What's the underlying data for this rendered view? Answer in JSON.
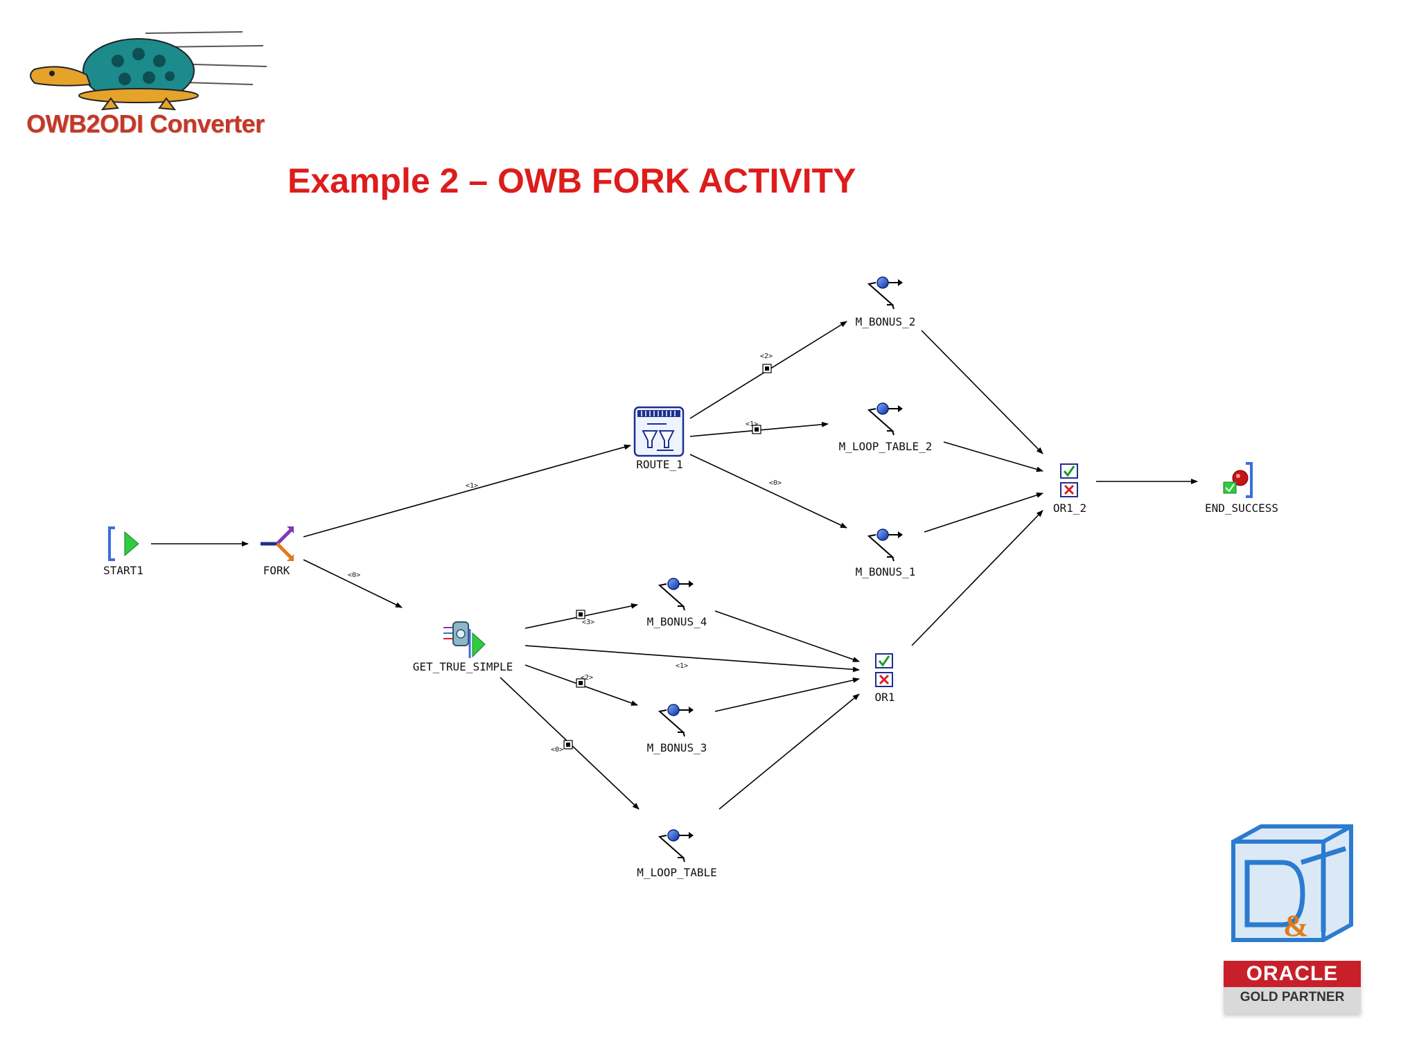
{
  "logo": {
    "text": "OWB2ODI Converter",
    "icon": "turtle-icon"
  },
  "title": "Example 2 – OWB FORK ACTIVITY",
  "nodes": {
    "start1": {
      "label": "START1",
      "icon": "start-icon"
    },
    "fork": {
      "label": "FORK",
      "icon": "fork-icon"
    },
    "route_1": {
      "label": "ROUTE_1",
      "icon": "route-icon"
    },
    "m_bonus_2": {
      "label": "M_BONUS_2",
      "icon": "mapping-icon"
    },
    "m_loop_table_2": {
      "label": "M_LOOP_TABLE_2",
      "icon": "mapping-icon"
    },
    "m_bonus_1": {
      "label": "M_BONUS_1",
      "icon": "mapping-icon"
    },
    "or1_2": {
      "label": "OR1_2",
      "icon": "or-icon"
    },
    "end_success": {
      "label": "END_SUCCESS",
      "icon": "end-success-icon"
    },
    "get_true_simple": {
      "label": "GET_TRUE_SIMPLE",
      "icon": "function-icon"
    },
    "m_bonus_4": {
      "label": "M_BONUS_4",
      "icon": "mapping-icon"
    },
    "m_bonus_3": {
      "label": "M_BONUS_3",
      "icon": "mapping-icon"
    },
    "m_loop_table": {
      "label": "M_LOOP_TABLE",
      "icon": "mapping-icon"
    },
    "or1": {
      "label": "OR1",
      "icon": "or-icon"
    }
  },
  "edge_labels": {
    "fork_route": "<1>",
    "fork_get": "<0>",
    "route_bonus2": "<2>",
    "route_loop2": "<1>",
    "route_bonus1": "<0>",
    "get_bonus4": "<3>",
    "get_or1": "<1>",
    "get_bonus3": "<2>",
    "get_loop": "<0>"
  },
  "partner": {
    "badge_letters": "D&T",
    "oracle": "ORACLE",
    "tier": "GOLD PARTNER"
  }
}
